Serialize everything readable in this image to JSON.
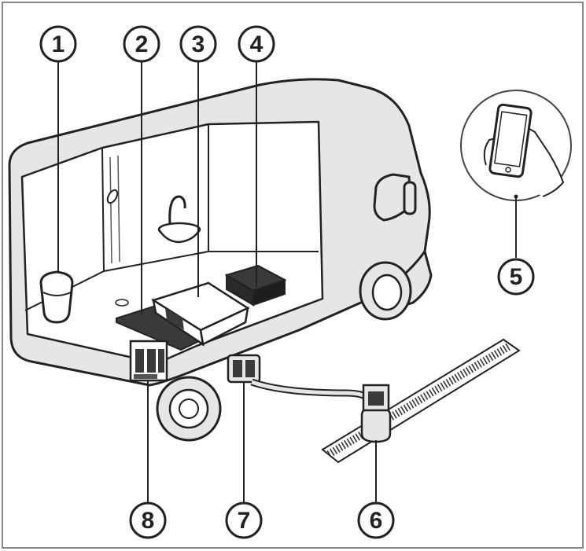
{
  "callouts": [
    {
      "id": "1",
      "label": "1"
    },
    {
      "id": "2",
      "label": "2"
    },
    {
      "id": "3",
      "label": "3"
    },
    {
      "id": "4",
      "label": "4"
    },
    {
      "id": "5",
      "label": "5"
    },
    {
      "id": "6",
      "label": "6"
    },
    {
      "id": "7",
      "label": "7"
    },
    {
      "id": "8",
      "label": "8"
    }
  ],
  "icons": {
    "portable_toilet": "portable-toilet-icon",
    "grey_tank": "grey-water-tank-icon",
    "black_tank": "black-water-tank-icon",
    "control_box": "control-box-icon",
    "phone": "smartphone-icon",
    "drain_station": "dump-station-icon",
    "outlet": "outlet-valve-icon",
    "inlet_panel": "service-panel-icon"
  },
  "colors": {
    "outline": "#222222",
    "van_fill": "#e6e6e6",
    "interior": "#ffffff",
    "dark_part": "#3a3a3a",
    "callout_fill": "#ffffff"
  }
}
